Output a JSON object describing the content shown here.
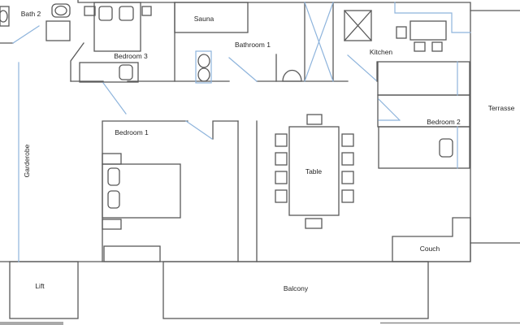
{
  "plan": {
    "type": "apartment-floor-plan",
    "rooms": {
      "bath2": {
        "label": "Bath 2"
      },
      "bedroom3": {
        "label": "Bedroom 3"
      },
      "sauna": {
        "label": "Sauna"
      },
      "bathroom1": {
        "label": "Bathroom 1"
      },
      "kitchen": {
        "label": "Kitchen"
      },
      "terrasse": {
        "label": "Terrasse"
      },
      "garderobe": {
        "label": "Garderobe"
      },
      "bedroom1": {
        "label": "Bedroom 1"
      },
      "table": {
        "label": "Table"
      },
      "bedroom2": {
        "label": "Bedroom 2"
      },
      "couch": {
        "label": "Couch"
      },
      "lift": {
        "label": "Lift"
      },
      "balcony": {
        "label": "Balcony"
      }
    }
  },
  "colors": {
    "wall": "#595959",
    "accent": "#8eb4dc",
    "text": "#262626",
    "bottom_bar": "#a9a9a9"
  }
}
